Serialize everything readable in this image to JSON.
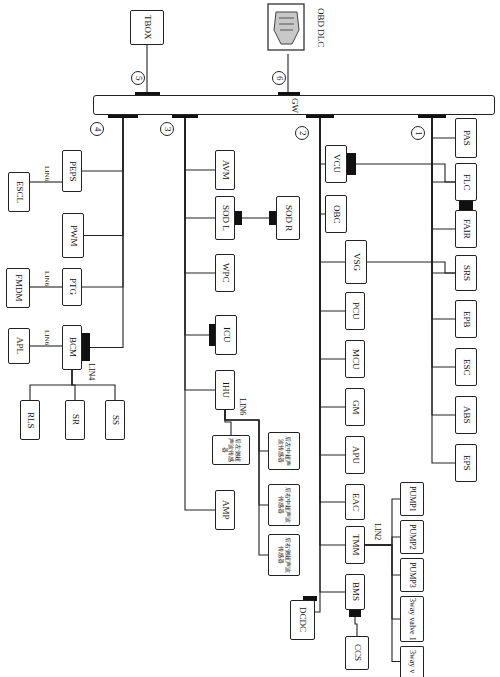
{
  "diagram": {
    "nodes": [
      {
        "text": [
          "TBOX"
        ]
      },
      {
        "text": [
          "OBD DLC"
        ]
      },
      {
        "text": [
          "GW"
        ]
      },
      {
        "text": [
          "PEPS"
        ]
      },
      {
        "text": [
          "ESCL"
        ]
      },
      {
        "text": [
          "PWM"
        ]
      },
      {
        "text": [
          "PTG"
        ]
      },
      {
        "text": [
          "FMDM"
        ]
      },
      {
        "text": [
          "BCM"
        ]
      },
      {
        "text": [
          "APL"
        ]
      },
      {
        "text": [
          "RLS"
        ]
      },
      {
        "text": [
          "SR"
        ]
      },
      {
        "text": [
          "SS"
        ]
      },
      {
        "text": [
          "AVM"
        ]
      },
      {
        "text": [
          "SOD L"
        ]
      },
      {
        "text": [
          "SOD R"
        ]
      },
      {
        "text": [
          "WPC"
        ]
      },
      {
        "text": [
          "ICU"
        ]
      },
      {
        "text": [
          "IHU"
        ]
      },
      {
        "text": [
          "后左侧超声波传感器"
        ]
      },
      {
        "text": [
          "后左中超声波传感器"
        ]
      },
      {
        "text": [
          "后右中超声波传感器"
        ]
      },
      {
        "text": [
          "后右侧超声波传感器"
        ]
      },
      {
        "text": [
          "AMP"
        ]
      },
      {
        "text": [
          "VCU"
        ]
      },
      {
        "text": [
          "OBC"
        ]
      },
      {
        "text": [
          "VSG"
        ]
      },
      {
        "text": [
          "PCU"
        ]
      },
      {
        "text": [
          "MCU"
        ]
      },
      {
        "text": [
          "GM"
        ]
      },
      {
        "text": [
          "APU"
        ]
      },
      {
        "text": [
          "EAC"
        ]
      },
      {
        "text": [
          "TMM"
        ]
      },
      {
        "text": [
          "BMS"
        ]
      },
      {
        "text": [
          "DCDC"
        ]
      },
      {
        "text": [
          "CCS"
        ]
      },
      {
        "text": [
          "PUMP1"
        ]
      },
      {
        "text": [
          "PUMP2"
        ]
      },
      {
        "text": [
          "PUMP3"
        ]
      },
      {
        "text": [
          "3way valve 1"
        ]
      },
      {
        "text": [
          "3way v"
        ]
      },
      {
        "text": [
          "PAS"
        ]
      },
      {
        "text": [
          "FLC"
        ]
      },
      {
        "text": [
          "FAIR"
        ]
      },
      {
        "text": [
          "SRS"
        ]
      },
      {
        "text": [
          "EPB"
        ]
      },
      {
        "text": [
          "ESC"
        ]
      },
      {
        "text": [
          "ABS"
        ]
      },
      {
        "text": [
          "EPS"
        ]
      }
    ],
    "edges": [
      {
        "from": 0,
        "to": 2,
        "arrow": "none"
      },
      {
        "from": 1,
        "to": 2,
        "arrow": "none"
      },
      {
        "from": 2,
        "to": 3,
        "arrow": "none"
      },
      {
        "from": 2,
        "to": 5,
        "arrow": "none"
      },
      {
        "from": 2,
        "to": 6,
        "arrow": "none"
      },
      {
        "from": 2,
        "to": 8,
        "arrow": "none"
      },
      {
        "from": 3,
        "to": 4,
        "label": "LIN6",
        "arrow": "none"
      },
      {
        "from": 6,
        "to": 7,
        "label": "LIN6",
        "arrow": "none"
      },
      {
        "from": 8,
        "to": 9,
        "label": "LIN6",
        "arrow": "none"
      },
      {
        "from": 8,
        "to": 10,
        "arrow": "none"
      },
      {
        "from": 8,
        "to": 11,
        "arrow": "none"
      },
      {
        "from": 8,
        "to": 12,
        "arrow": "none"
      },
      {
        "from": 2,
        "to": 13,
        "arrow": "none"
      },
      {
        "from": 2,
        "to": 14,
        "arrow": "none"
      },
      {
        "from": 2,
        "to": 16,
        "arrow": "none"
      },
      {
        "from": 2,
        "to": 17,
        "arrow": "none"
      },
      {
        "from": 2,
        "to": 18,
        "arrow": "none"
      },
      {
        "from": 2,
        "to": 23,
        "arrow": "none"
      },
      {
        "from": 14,
        "to": 15,
        "arrow": "none"
      },
      {
        "from": 18,
        "to": 19,
        "arrow": "none"
      },
      {
        "from": 18,
        "to": 20,
        "arrow": "none"
      },
      {
        "from": 18,
        "to": 21,
        "arrow": "none"
      },
      {
        "from": 18,
        "to": 22,
        "arrow": "none"
      },
      {
        "from": 2,
        "to": 24,
        "arrow": "none"
      },
      {
        "from": 2,
        "to": 25,
        "arrow": "none"
      },
      {
        "from": 2,
        "to": 26,
        "arrow": "none"
      },
      {
        "from": 2,
        "to": 27,
        "arrow": "none"
      },
      {
        "from": 2,
        "to": 28,
        "arrow": "none"
      },
      {
        "from": 2,
        "to": 29,
        "arrow": "none"
      },
      {
        "from": 2,
        "to": 30,
        "arrow": "none"
      },
      {
        "from": 2,
        "to": 31,
        "arrow": "none"
      },
      {
        "from": 2,
        "to": 32,
        "arrow": "none"
      },
      {
        "from": 2,
        "to": 33,
        "arrow": "none"
      },
      {
        "from": 2,
        "to": 34,
        "arrow": "none"
      },
      {
        "from": 24,
        "to": 42,
        "arrow": "none"
      },
      {
        "from": 26,
        "to": 44,
        "arrow": "none"
      },
      {
        "from": 32,
        "to": 36,
        "arrow": "none"
      },
      {
        "from": 32,
        "to": 37,
        "arrow": "none"
      },
      {
        "from": 32,
        "to": 38,
        "arrow": "none"
      },
      {
        "from": 32,
        "to": 39,
        "arrow": "none"
      },
      {
        "from": 32,
        "to": 40,
        "arrow": "none"
      },
      {
        "from": 33,
        "to": 35,
        "arrow": "none"
      },
      {
        "from": 2,
        "to": 41,
        "arrow": "none"
      },
      {
        "from": 2,
        "to": 42,
        "arrow": "none"
      },
      {
        "from": 2,
        "to": 43,
        "arrow": "none"
      },
      {
        "from": 2,
        "to": 44,
        "arrow": "none"
      },
      {
        "from": 2,
        "to": 45,
        "arrow": "none"
      },
      {
        "from": 2,
        "to": 46,
        "arrow": "none"
      },
      {
        "from": 2,
        "to": 47,
        "arrow": "none"
      },
      {
        "from": 2,
        "to": 48,
        "arrow": "none"
      }
    ],
    "labels": [
      "5",
      "6",
      "4",
      "3",
      "2",
      "1",
      "LIN4",
      "LIN6",
      "LIN2"
    ]
  }
}
